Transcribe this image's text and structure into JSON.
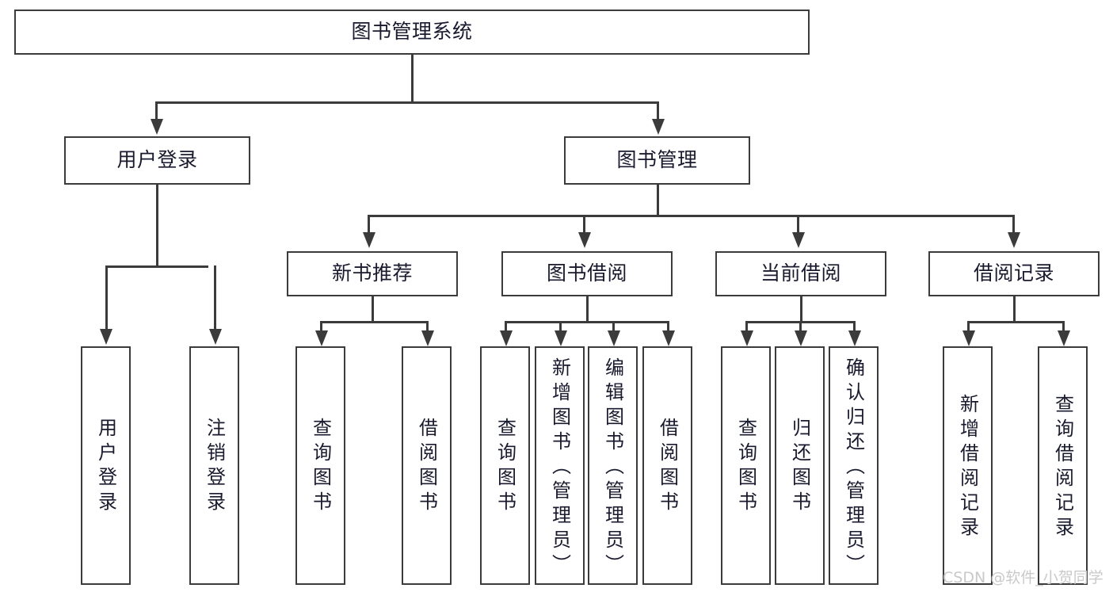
{
  "diagram": {
    "title": "图书管理系统",
    "type": "hierarchy-tree",
    "orientation": "top-down",
    "colors": {
      "stroke": "#3b3b3b",
      "fill": "#ffffff",
      "text": "#1a1a2e",
      "watermark": "#c9c9c9"
    },
    "root": {
      "label": "图书管理系统"
    },
    "level2": [
      {
        "label": "用户登录"
      },
      {
        "label": "图书管理"
      }
    ],
    "level3": [
      {
        "label": "新书推荐"
      },
      {
        "label": "图书借阅"
      },
      {
        "label": "当前借阅"
      },
      {
        "label": "借阅记录"
      }
    ],
    "leaves": {
      "user_login": [
        {
          "label": "用户登录"
        },
        {
          "label": "注销登录"
        }
      ],
      "new_book_recommend": [
        {
          "label": "查询图书"
        },
        {
          "label": "借阅图书"
        }
      ],
      "book_borrow": [
        {
          "label": "查询图书"
        },
        {
          "label": "新增图书（管理员）"
        },
        {
          "label": "编辑图书（管理员）"
        },
        {
          "label": "借阅图书"
        }
      ],
      "current_borrow": [
        {
          "label": "查询图书"
        },
        {
          "label": "归还图书"
        },
        {
          "label": "确认归还（管理员）"
        }
      ],
      "borrow_record": [
        {
          "label": "新增借阅记录"
        },
        {
          "label": "查询借阅记录"
        }
      ]
    }
  },
  "watermark": {
    "text": "CSDN @软件_小贺同学"
  }
}
